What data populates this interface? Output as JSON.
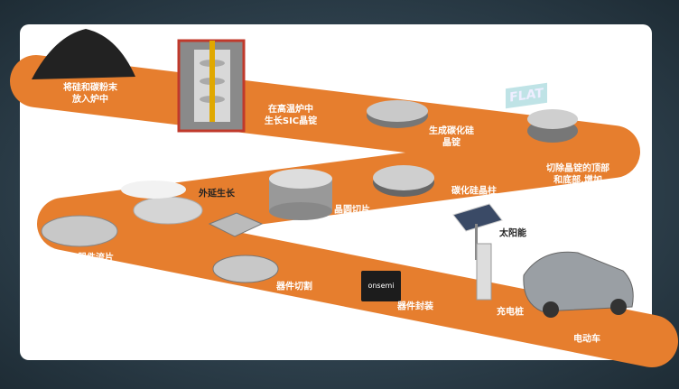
{
  "steps": [
    {
      "label": "将硅和碳粉末\n放入炉中"
    },
    {
      "label": "在高温炉中\n生长SIC晶锭"
    },
    {
      "label": "生成碳化硅\n晶锭"
    },
    {
      "label": "切除晶锭的顶部\n和底部,增加\n主平面"
    },
    {
      "label": "碳化硅晶柱"
    },
    {
      "label": "晶圆切片"
    },
    {
      "label": "外延生长"
    },
    {
      "label": "器件流片"
    },
    {
      "label": "器件切割"
    },
    {
      "label": "器件封装"
    },
    {
      "label": "太阳能"
    },
    {
      "label": "充电桩"
    },
    {
      "label": "电动车"
    }
  ],
  "flat_tag": "FLAT",
  "chip_brand": "onsemi",
  "colors": {
    "band": "#e67e2e",
    "background": "#2d3f4b",
    "card": "#ffffff"
  }
}
